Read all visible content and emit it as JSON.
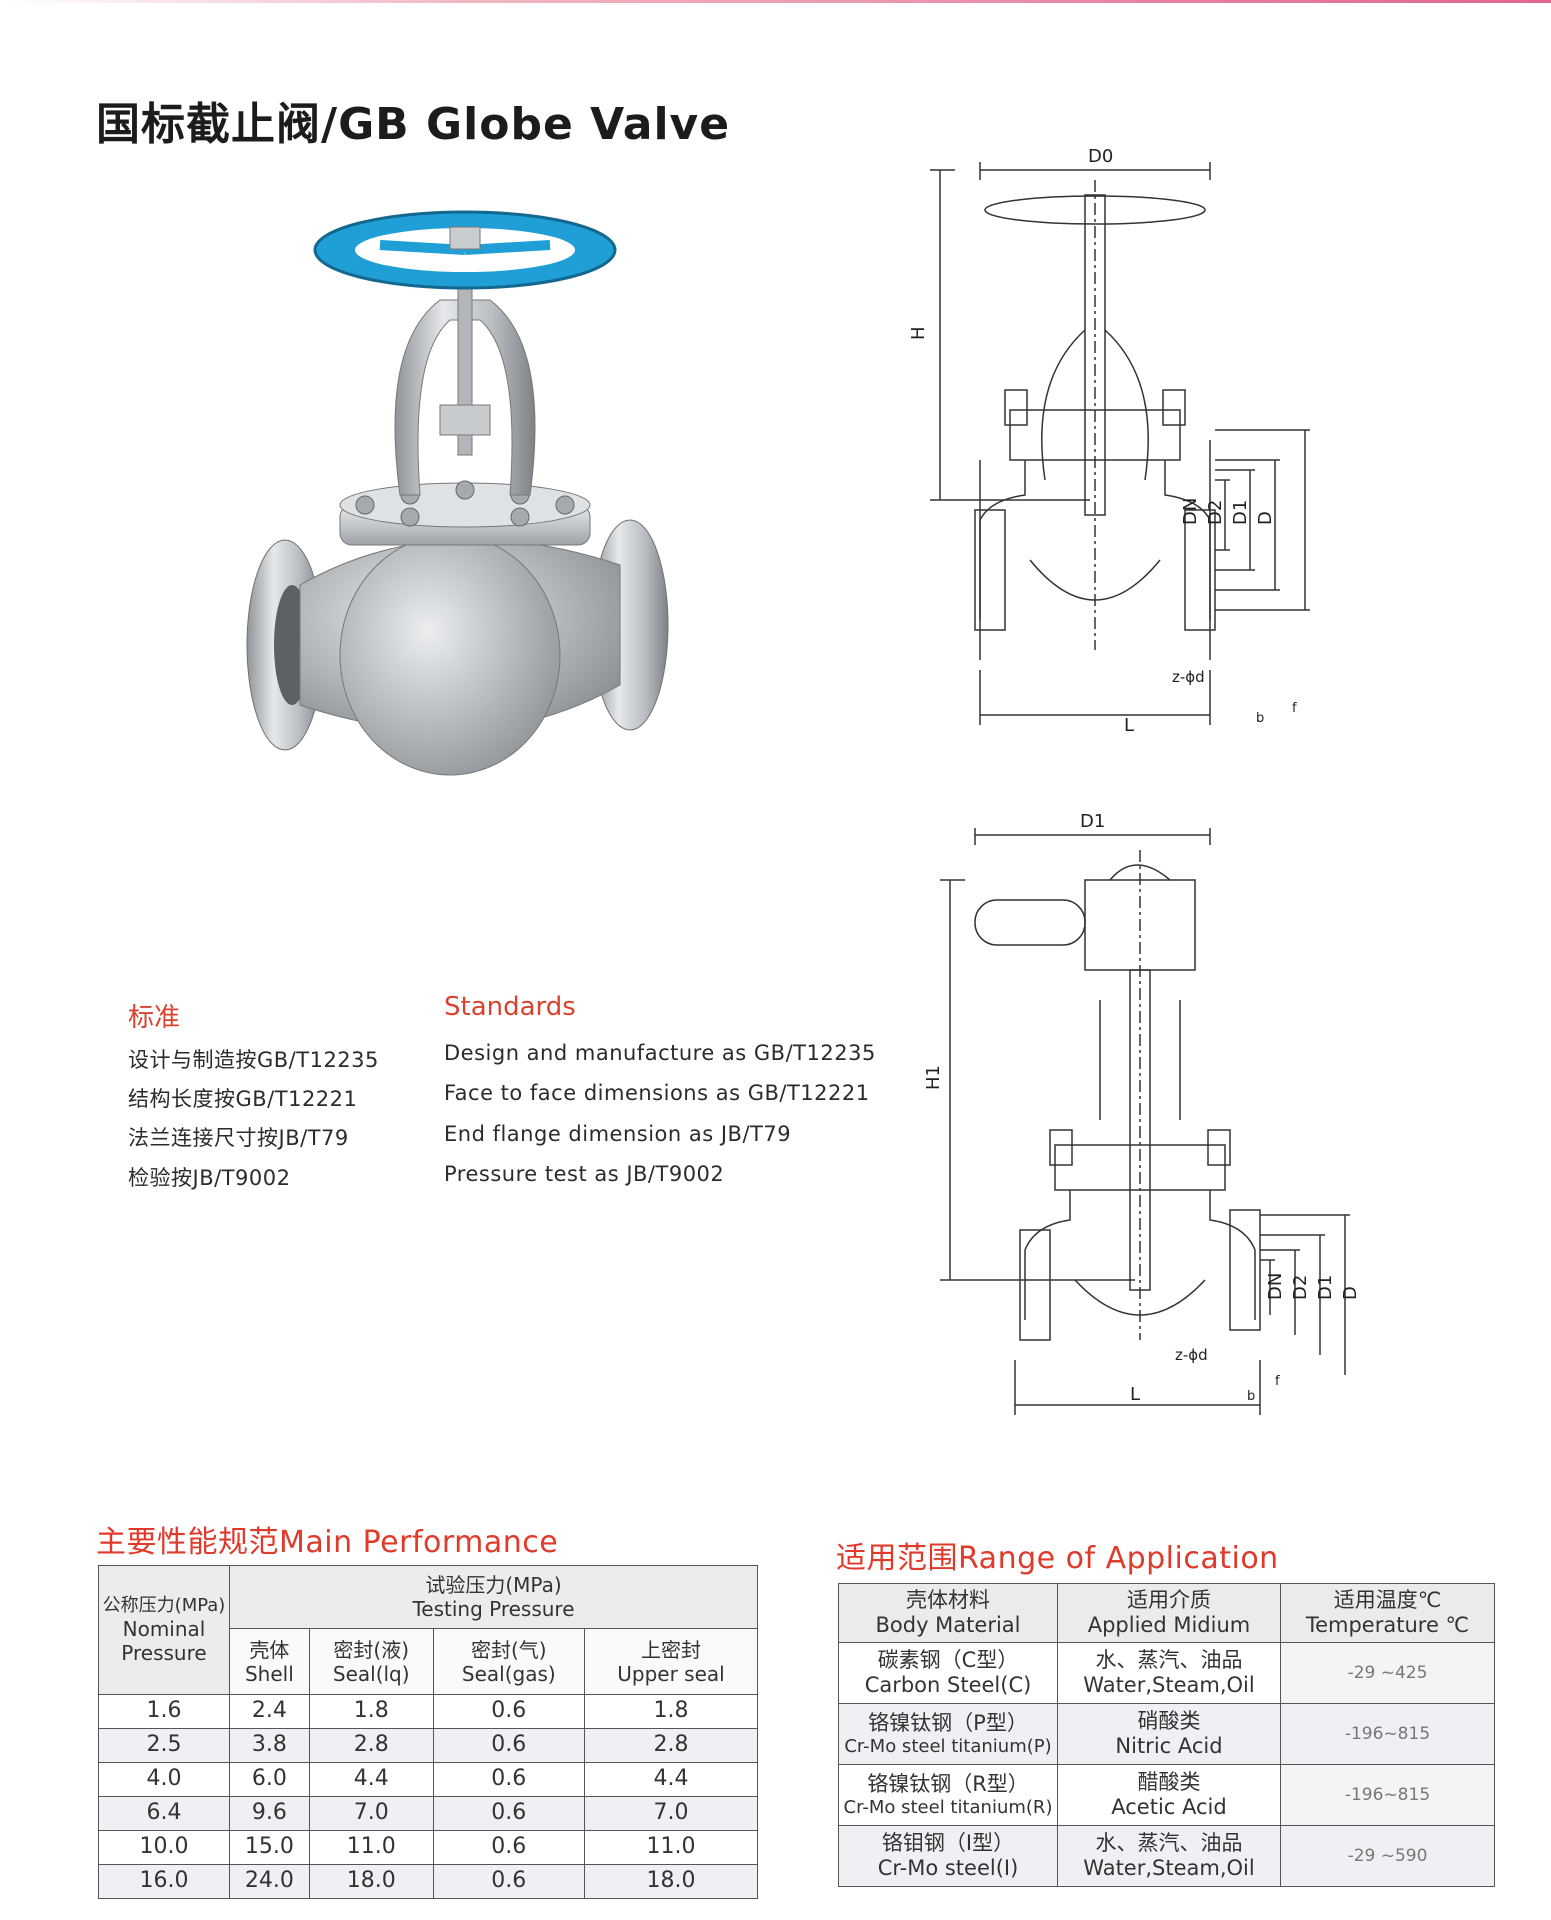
{
  "title": "国标截止阀/GB Globe Valve",
  "drawing1": {
    "labels": {
      "D0": "D0",
      "H": "H",
      "DN": "DN",
      "D2": "D2",
      "D1": "D1",
      "D": "D",
      "zphid": "z-ϕd",
      "L": "L",
      "b": "b",
      "f": "f"
    }
  },
  "drawing2": {
    "labels": {
      "D1_top": "D1",
      "H1": "H1",
      "DN": "DN",
      "D2": "D2",
      "D1": "D1",
      "D": "D",
      "zphid": "z-ϕd",
      "L": "L",
      "b": "b",
      "f": "f"
    }
  },
  "standards": {
    "cn_heading": "标准",
    "en_heading": "Standards",
    "cn_items": [
      "设计与制造按GB/T12235",
      "结构长度按GB/T12221",
      "法兰连接尺寸按JB/T79",
      "检验按JB/T9002"
    ],
    "en_items": [
      "Design and manufacture as GB/T12235",
      "Face to face dimensions as GB/T12221",
      "End flange dimension as JB/T79",
      "Pressure test as JB/T9002"
    ]
  },
  "performance": {
    "heading": "主要性能规范Main Performance",
    "col_nominal": {
      "cn": "公称压力(MPa)",
      "en1": "Nominal",
      "en2": "Pressure"
    },
    "col_test": {
      "cn": "试验压力(MPa)",
      "en": "Testing Pressure"
    },
    "sub": [
      {
        "cn": "壳体",
        "en": "Shell"
      },
      {
        "cn": "密封(液)",
        "en": "Seal(lq)"
      },
      {
        "cn": "密封(气)",
        "en": "Seal(gas)"
      },
      {
        "cn": "上密封",
        "en": "Upper seal"
      }
    ],
    "rows": [
      [
        "1.6",
        "2.4",
        "1.8",
        "0.6",
        "1.8"
      ],
      [
        "2.5",
        "3.8",
        "2.8",
        "0.6",
        "2.8"
      ],
      [
        "4.0",
        "6.0",
        "4.4",
        "0.6",
        "4.4"
      ],
      [
        "6.4",
        "9.6",
        "7.0",
        "0.6",
        "7.0"
      ],
      [
        "10.0",
        "15.0",
        "11.0",
        "0.6",
        "11.0"
      ],
      [
        "16.0",
        "24.0",
        "18.0",
        "0.6",
        "18.0"
      ]
    ]
  },
  "application": {
    "heading": "适用范围Range of Application",
    "headers": [
      {
        "cn": "壳体材料",
        "en": "Body Material"
      },
      {
        "cn": "适用介质",
        "en": "Applied Midium"
      },
      {
        "cn": "适用温度℃",
        "en": "Temperature ℃"
      }
    ],
    "rows": [
      {
        "mat_cn": "碳素钢（C型）",
        "mat_en": "Carbon Steel(C)",
        "med_cn": "水、蒸汽、油品",
        "med_en": "Water,Steam,Oil",
        "temp": "-29 ~425"
      },
      {
        "mat_cn": "铬镍钛钢（P型）",
        "mat_en": "Cr-Mo steel titanium(P)",
        "med_cn": "硝酸类",
        "med_en": "Nitric Acid",
        "temp": "-196~815"
      },
      {
        "mat_cn": "铬镍钛钢（R型）",
        "mat_en": "Cr-Mo steel titanium(R)",
        "med_cn": "醋酸类",
        "med_en": "Acetic Acid",
        "temp": "-196~815"
      },
      {
        "mat_cn": "铬钼钢（I型）",
        "mat_en": "Cr-Mo steel(I)",
        "med_cn": "水、蒸汽、油品",
        "med_en": "Water,Steam,Oil",
        "temp": "-29 ~590"
      }
    ]
  },
  "colors": {
    "accent_red": "#e03a2b",
    "wheel_blue": "#1f9fd6",
    "steel": "#c9ccce"
  }
}
